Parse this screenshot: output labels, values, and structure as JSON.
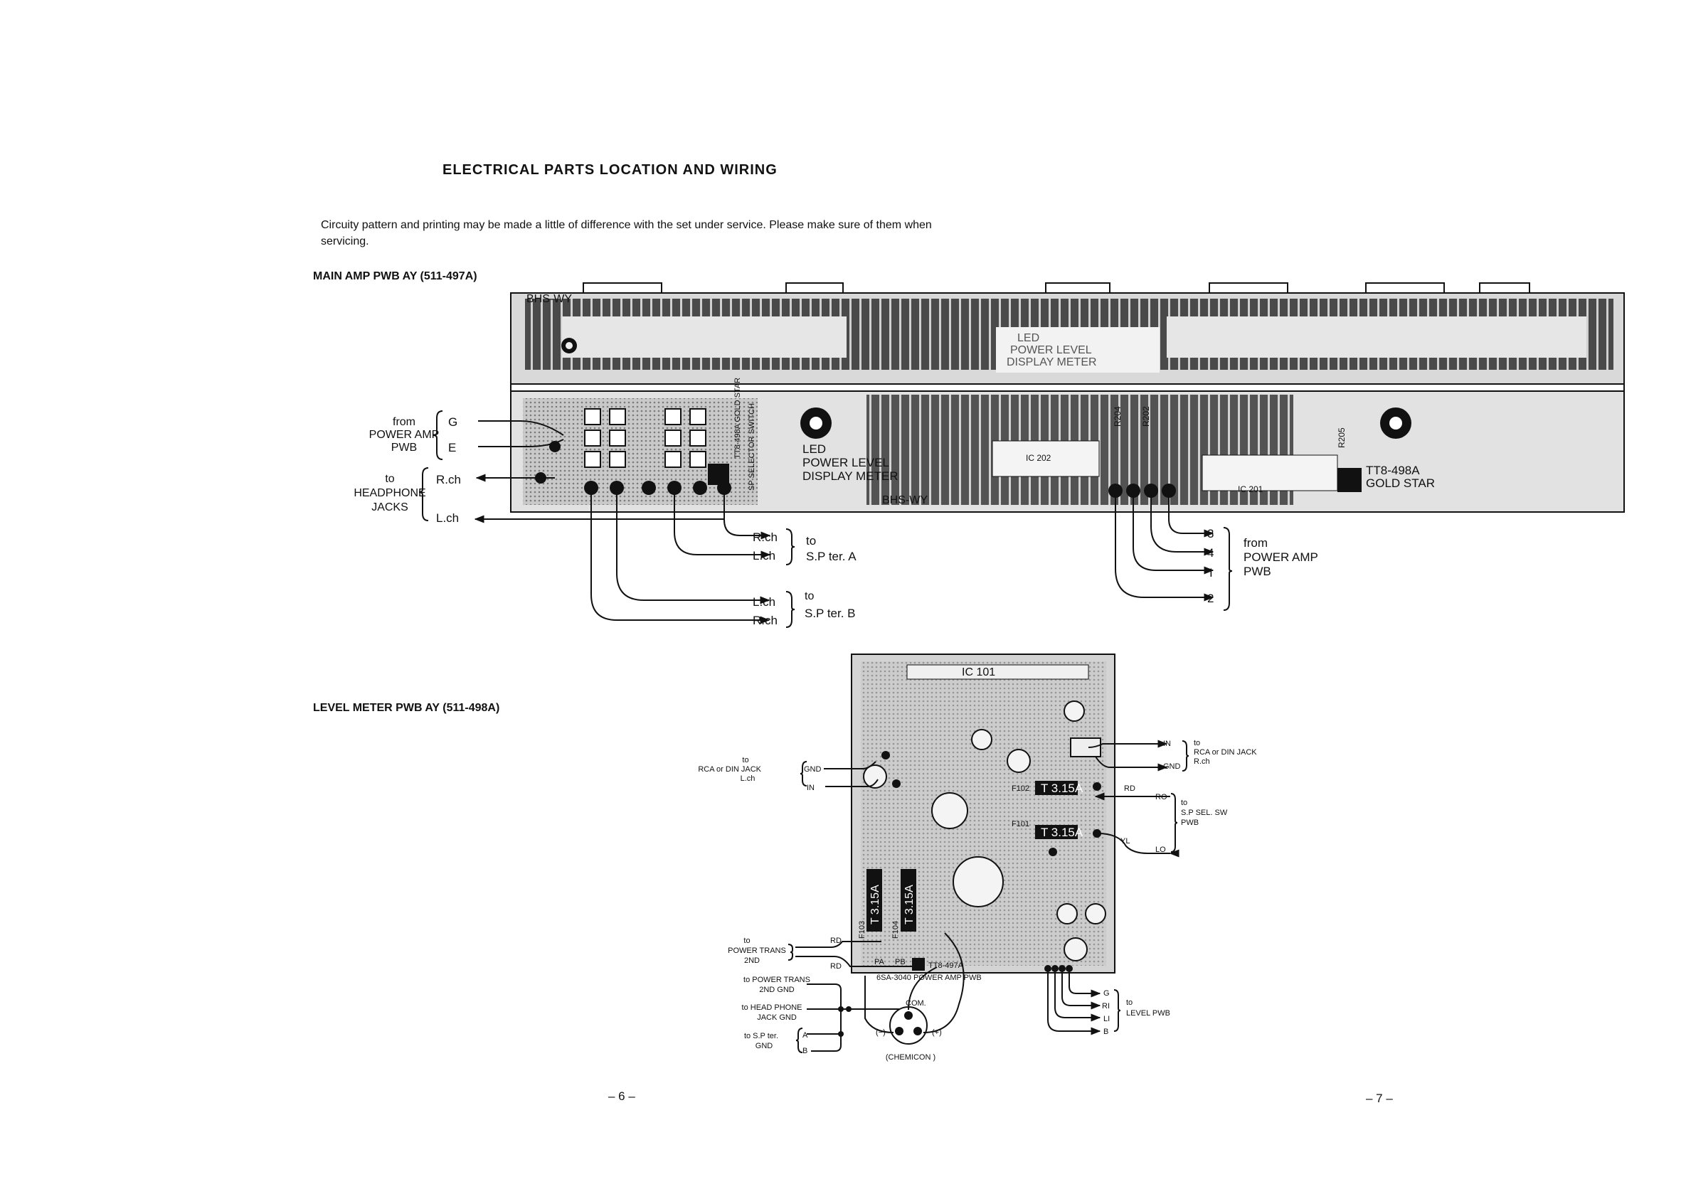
{
  "heading": "ELECTRICAL PARTS LOCATION AND WIRING",
  "intro": "Circuity pattern and printing may be made a little of difference with the set under service. Please make sure of them when servicing.",
  "main_amp": {
    "title": "MAIN AMP PWB AY (511-497A)",
    "board_labels": {
      "led_display": [
        "LED",
        "POWER LEVEL",
        "DISPLAY METER"
      ],
      "mirror_led": [
        "LED",
        "POWER LEVEL",
        "DISPLAY METER"
      ],
      "board_code": "BHS-WY",
      "ic_left": "IC 202",
      "ic_right": "IC 201",
      "r_right": "R205",
      "r_mid1": "R204",
      "r_mid2": "R202",
      "part_no": "TT8-498A",
      "brand": "GOLD STAR",
      "switch_label": "SP SELECTOR SWITCH",
      "left_part": "TT8-498A GOLD STAR"
    },
    "left_group_1": {
      "label": [
        "from",
        "POWER AMP",
        "PWB"
      ],
      "pins": [
        "G",
        "E"
      ]
    },
    "left_group_2": {
      "label": [
        "to",
        "HEADPHONE",
        "JACKS"
      ],
      "pins": [
        "R.ch",
        "L.ch"
      ]
    },
    "sp_a": {
      "pins": [
        "R.ch",
        "L.ch"
      ],
      "label": [
        "to",
        "S.P ter. A"
      ]
    },
    "sp_b": {
      "pins": [
        "L.ch",
        "R.ch"
      ],
      "label": [
        "to",
        "S.P ter. B"
      ]
    },
    "right_group": {
      "pins": [
        "3",
        "4",
        "I",
        "2"
      ],
      "label": [
        "from",
        "POWER AMP",
        "PWB"
      ]
    }
  },
  "level_meter": {
    "title": "LEVEL METER PWB AY (511-498A)",
    "board_labels": {
      "ic": "IC 101",
      "fuse_1": "T 3.15A",
      "fuse_2": "T 3.15A",
      "fuse_3": "T 3.15A",
      "fuse_4": "T 3.15A",
      "f102": "F102",
      "f101": "F101",
      "f104": "F104",
      "f103": "F103",
      "part_no": "TT8-497A",
      "board_name": "6SA-3040 POWER AMP PWB",
      "pa": "PA",
      "pb": "PB"
    },
    "rca_left": {
      "label": [
        "to",
        "RCA or DIN JACK",
        "L.ch"
      ],
      "pins": [
        "GND",
        "IN"
      ]
    },
    "rca_right": {
      "pins": [
        "IN",
        "GND"
      ],
      "label": [
        "to",
        "RCA or DIN JACK",
        "R.ch"
      ]
    },
    "sp_sel": {
      "pins": [
        "RO",
        "LO"
      ],
      "wires": [
        "RD",
        "YL"
      ],
      "label": [
        "to",
        "S.P SEL. SW",
        "PWB"
      ]
    },
    "power_trans": {
      "label": [
        "to",
        "POWER TRANS",
        "2ND"
      ],
      "wires": [
        "RD",
        "RD"
      ]
    },
    "power_trans_gnd": [
      "to POWER TRANS",
      "2ND  GND"
    ],
    "headphone_gnd": [
      "to HEAD PHONE",
      "JACK  GND"
    ],
    "sp_gnd": {
      "label": [
        "to  S.P ter.",
        "GND"
      ],
      "pins": [
        "A",
        "B"
      ]
    },
    "chemicon": {
      "com": "COM.",
      "minus": "(−)",
      "plus": "(+)",
      "name": "(CHEMICON )"
    },
    "level_pwb": {
      "pins": [
        "G",
        "RI",
        "LI",
        "B"
      ],
      "label": [
        "to",
        "LEVEL  PWB"
      ]
    }
  },
  "page_numbers": [
    "– 6 –",
    "– 7 –"
  ]
}
